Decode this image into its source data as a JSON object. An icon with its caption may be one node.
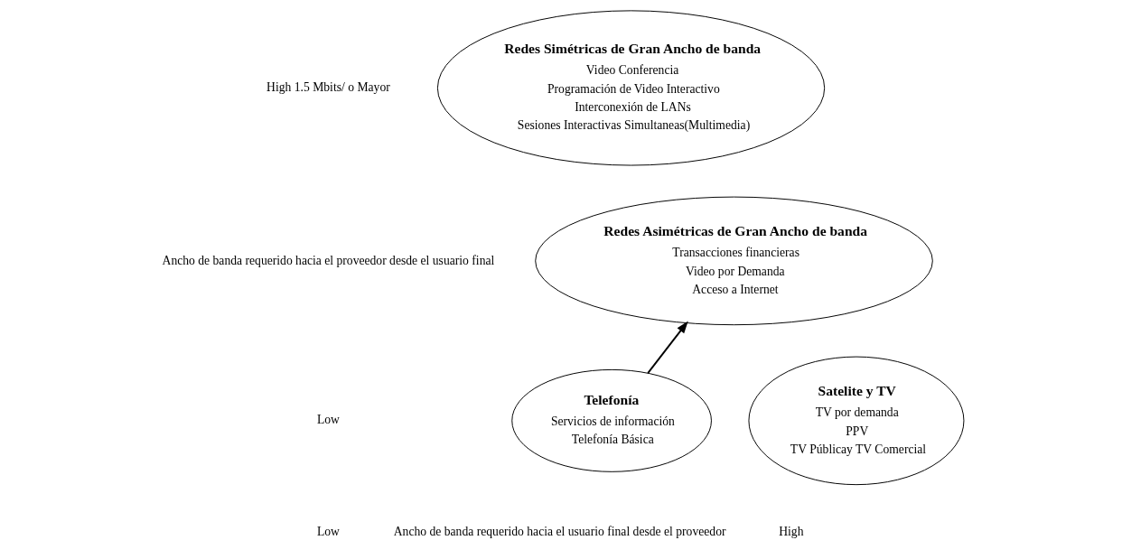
{
  "diagram": {
    "nodes": [
      {
        "text": [
          "Telefonía",
          "Servicios de información",
          "Telefonía Básica"
        ]
      },
      {
        "text": [
          "Redes Simétricas de Gran Ancho de banda",
          "Video Conferencia",
          "Programación de Video Interactivo",
          "Interconexión de LANs",
          "Sesiones Interactivas Simultaneas(Multimedia)"
        ]
      },
      {
        "text": [
          "Redes Asimétricas de Gran Ancho de banda",
          "Transacciones financieras",
          "Video por Demanda",
          "Acceso a Internet"
        ]
      },
      {
        "text": [
          "Satelite y TV",
          "TV por demanda",
          "PPV",
          "TV Públicay TV Comercial"
        ]
      }
    ],
    "edges": [
      {
        "from": 0,
        "to": 2,
        "arrow": "to"
      }
    ],
    "labels": [
      "High 1.5 Mbits/ o Mayor",
      "Ancho de banda requerido hacia el proveedor desde el usuario final",
      "Low",
      "Low",
      "Ancho de banda requerido hacia el usuario final desde el proveedor",
      "High"
    ]
  }
}
